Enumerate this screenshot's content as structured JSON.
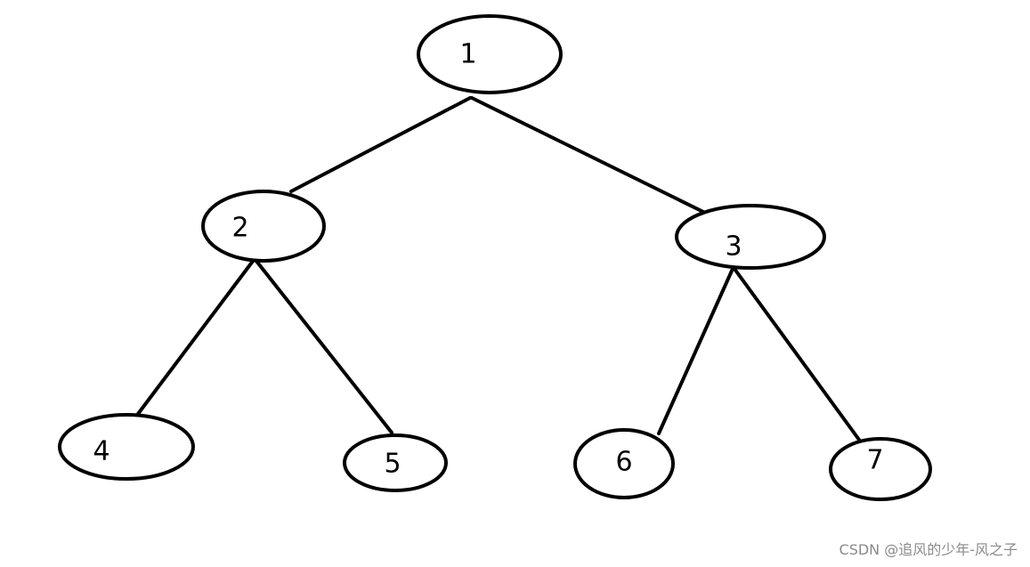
{
  "tree": {
    "nodes": [
      {
        "id": "n1",
        "label": "1"
      },
      {
        "id": "n2",
        "label": "2"
      },
      {
        "id": "n3",
        "label": "3"
      },
      {
        "id": "n4",
        "label": "4"
      },
      {
        "id": "n5",
        "label": "5"
      },
      {
        "id": "n6",
        "label": "6"
      },
      {
        "id": "n7",
        "label": "7"
      }
    ],
    "edges": [
      {
        "from": "n1",
        "to": "n2"
      },
      {
        "from": "n1",
        "to": "n3"
      },
      {
        "from": "n2",
        "to": "n4"
      },
      {
        "from": "n2",
        "to": "n5"
      },
      {
        "from": "n3",
        "to": "n6"
      },
      {
        "from": "n3",
        "to": "n7"
      }
    ]
  },
  "watermark": "CSDN @追风的少年-风之子"
}
